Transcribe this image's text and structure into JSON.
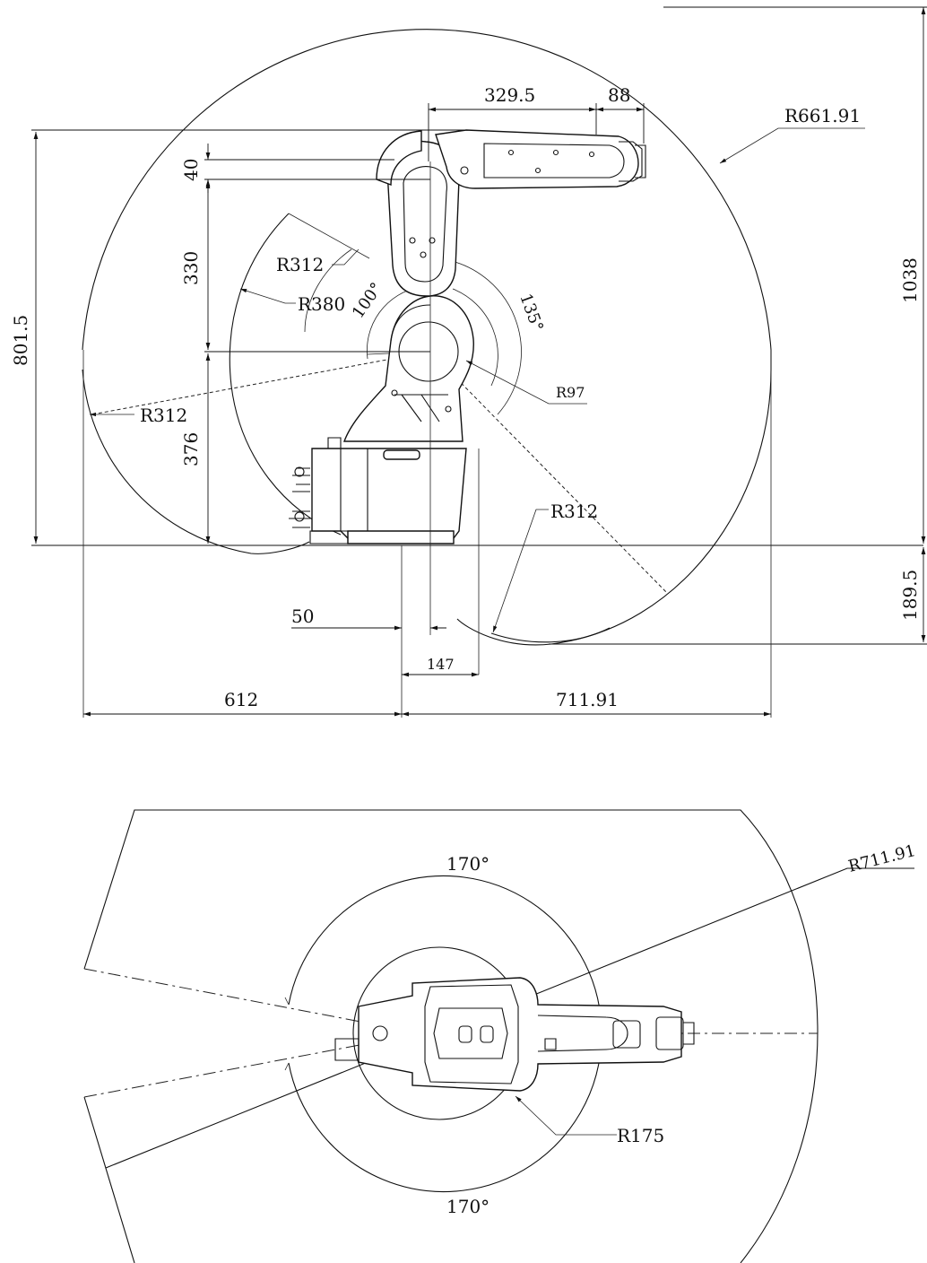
{
  "side_view": {
    "dims": {
      "d329_5": "329.5",
      "d88": "88",
      "r661_91": "R661.91",
      "d40": "40",
      "d330": "330",
      "d376": "376",
      "d801_5": "801.5",
      "d1038": "1038",
      "d189_5": "189.5",
      "r312_top": "R312",
      "r380": "R380",
      "a100": "100°",
      "a135": "135°",
      "r97": "R97",
      "r312_left": "R312",
      "r312_right": "R312",
      "d50": "50",
      "d147": "147",
      "d612": "612",
      "d711_91": "711.91"
    }
  },
  "top_view": {
    "dims": {
      "a170_top": "170°",
      "a170_bottom": "170°",
      "r711_91": "R711.91",
      "r175": "R175"
    }
  }
}
